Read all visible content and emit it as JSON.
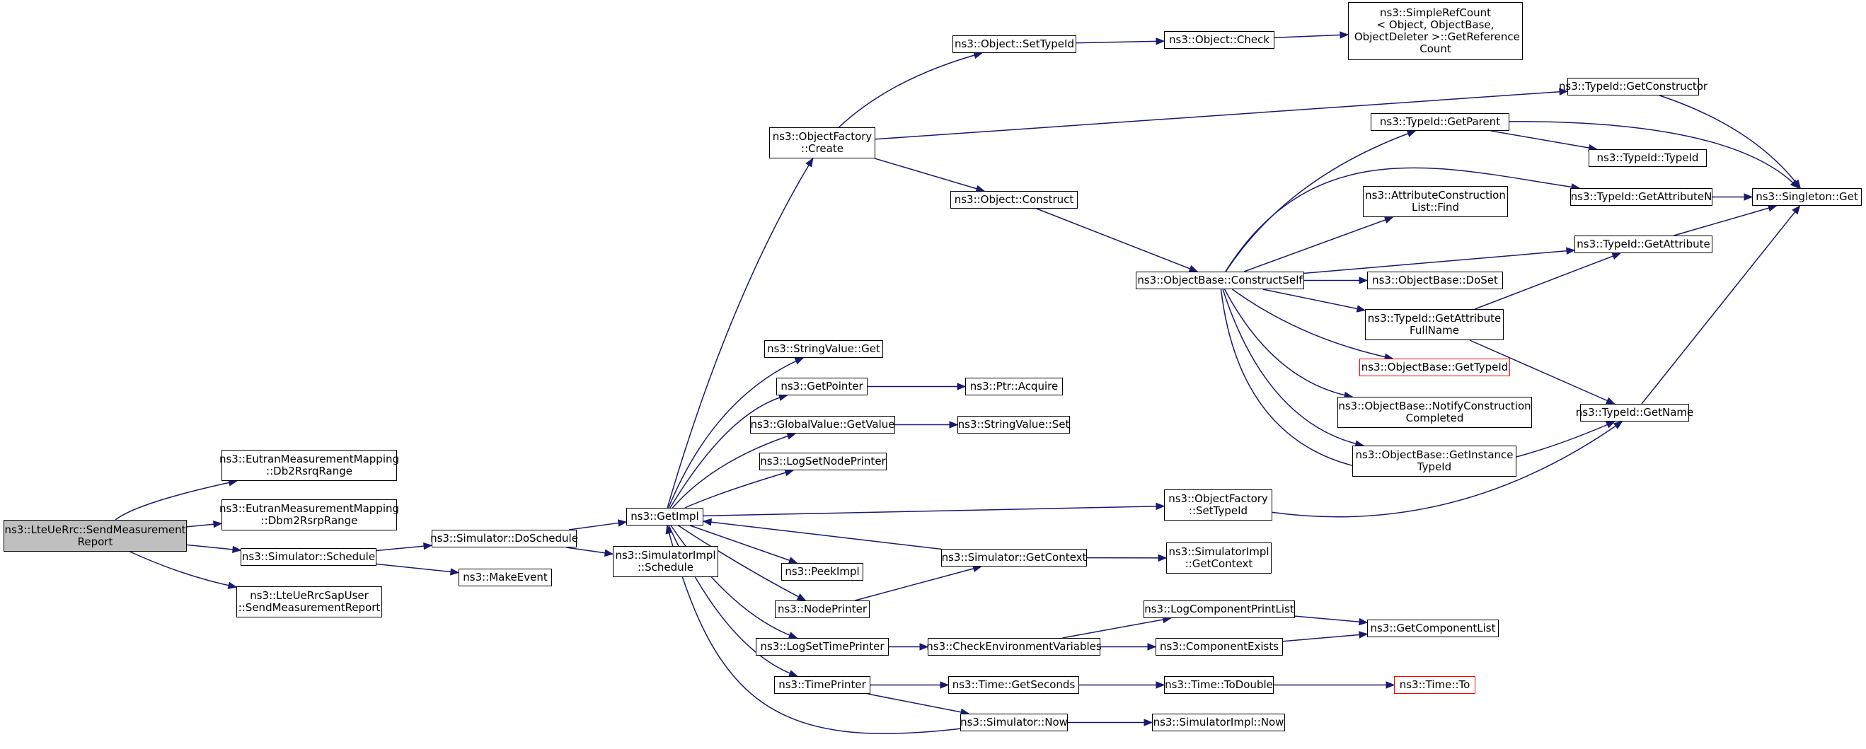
{
  "nodes": {
    "root": "ns3::LteUeRrc::SendMeasurement\nReport",
    "db2rsrq": "ns3::EutranMeasurementMapping\n::Db2RsrqRange",
    "dbm2rsrp": "ns3::EutranMeasurementMapping\n::Dbm2RsrpRange",
    "sim_schedule": "ns3::Simulator::Schedule",
    "sapuser": "ns3::LteUeRrcSapUser\n::SendMeasurementReport",
    "doschedule": "ns3::Simulator::DoSchedule",
    "makeevent": "ns3::MakeEvent",
    "getimpl": "ns3::GetImpl",
    "simimpl_schedule": "ns3::SimulatorImpl\n::Schedule",
    "objfactory_create": "ns3::ObjectFactory\n::Create",
    "stringvalue_get": "ns3::StringValue::Get",
    "getpointer": "ns3::GetPointer",
    "globalvalue_getvalue": "ns3::GlobalValue::GetValue",
    "logsetnodeprinter": "ns3::LogSetNodePrinter",
    "peekimpl": "ns3::PeekImpl",
    "nodeprinter": "ns3::NodePrinter",
    "logsettimeprinter": "ns3::LogSetTimePrinter",
    "timeprinter": "ns3::TimePrinter",
    "object_settypeid": "ns3::Object::SetTypeId",
    "object_construct": "ns3::Object::Construct",
    "ptr_acquire": "ns3::Ptr::Acquire",
    "stringvalue_set": "ns3::StringValue::Set",
    "sim_getcontext": "ns3::Simulator::GetContext",
    "checkenv": "ns3::CheckEnvironmentVariables",
    "time_getseconds": "ns3::Time::GetSeconds",
    "sim_now": "ns3::Simulator::Now",
    "object_check": "ns3::Object::Check",
    "constructself": "ns3::ObjectBase::ConstructSelf",
    "objfactory_settypeid": "ns3::ObjectFactory\n::SetTypeId",
    "simimpl_getcontext": "ns3::SimulatorImpl\n::GetContext",
    "logcomponentprintlist": "ns3::LogComponentPrintList",
    "componentexists": "ns3::ComponentExists",
    "time_todouble": "ns3::Time::ToDouble",
    "simimpl_now": "ns3::SimulatorImpl::Now",
    "simplerefcount": "ns3::SimpleRefCount\n< Object, ObjectBase,\n ObjectDeleter >::GetReference\nCount",
    "typeid_getparent": "ns3::TypeId::GetParent",
    "attrconstructionlist_find": "ns3::AttributeConstruction\nList::Find",
    "objectbase_doset": "ns3::ObjectBase::DoSet",
    "typeid_getattributefullname": "ns3::TypeId::GetAttribute\nFullName",
    "objectbase_gettypeid": "ns3::ObjectBase::GetTypeId",
    "notifyconstructioncompleted": "ns3::ObjectBase::NotifyConstruction\nCompleted",
    "getinstancetypeid": "ns3::ObjectBase::GetInstance\nTypeId",
    "getcomponentlist": "ns3::GetComponentList",
    "time_to": "ns3::Time::To",
    "typeid_getconstructor": "ns3::TypeId::GetConstructor",
    "typeid_typeid": "ns3::TypeId::TypeId",
    "typeid_getattributen": "ns3::TypeId::GetAttributeN",
    "typeid_getattribute": "ns3::TypeId::GetAttribute",
    "typeid_getname": "ns3::TypeId::GetName",
    "singleton_get": "ns3::Singleton::Get"
  }
}
